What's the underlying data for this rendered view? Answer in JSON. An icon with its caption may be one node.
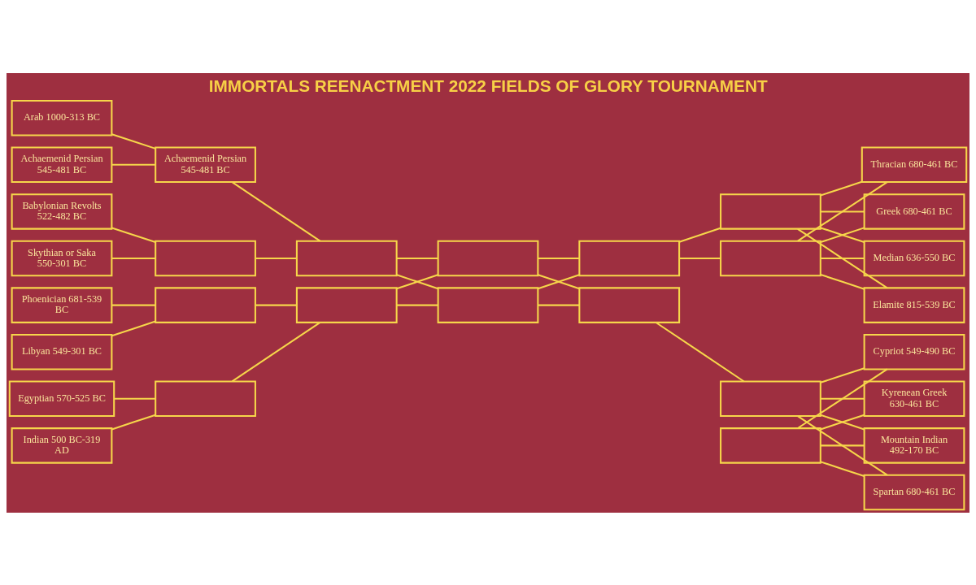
{
  "diagram": {
    "title": "IMMORTALS REENACTMENT 2022 FIELDS OF GLORY TOURNAMENT",
    "nodes": [
      {
        "text": [
          "Arab 1000-313 BC"
        ]
      },
      {
        "text": [
          "Achaemenid Persian 545-481 BC"
        ]
      },
      {
        "text": [
          "Babylonian Revolts 522-482 BC"
        ]
      },
      {
        "text": [
          "Skythian or Saka 550-301 BC"
        ]
      },
      {
        "text": [
          "Phoenician 681-539 BC"
        ]
      },
      {
        "text": [
          "Libyan 549-301 BC"
        ]
      },
      {
        "text": [
          "Egyptian 570-525 BC"
        ]
      },
      {
        "text": [
          "Indian 500 BC-319 AD"
        ]
      },
      {
        "text": [
          "Achaemenid Persian 545-481 BC"
        ]
      },
      {
        "text": [],
        "shape": "box"
      },
      {
        "text": [],
        "shape": "box"
      },
      {
        "text": [],
        "shape": "box"
      },
      {
        "text": [],
        "shape": "box"
      },
      {
        "text": [],
        "shape": "box"
      },
      {
        "text": [],
        "shape": "box"
      },
      {
        "text": [],
        "shape": "box"
      },
      {
        "text": [],
        "shape": "box"
      },
      {
        "text": [],
        "shape": "box"
      },
      {
        "text": [],
        "shape": "box"
      },
      {
        "text": [],
        "shape": "box"
      },
      {
        "text": [],
        "shape": "box"
      },
      {
        "text": [],
        "shape": "box"
      },
      {
        "text": [
          "Thracian 680-461 BC"
        ]
      },
      {
        "text": [
          "Greek 680-461 BC"
        ]
      },
      {
        "text": [
          "Median 636-550 BC"
        ]
      },
      {
        "text": [
          "Elamite 815-539 BC"
        ]
      },
      {
        "text": [
          "Cypriot 549-490 BC"
        ]
      },
      {
        "text": [
          "Kyrenean Greek 630-461 BC"
        ]
      },
      {
        "text": [
          "Mountain Indian 492-170 BC"
        ]
      },
      {
        "text": [
          "Spartan 680-461 BC"
        ]
      }
    ],
    "edges": [
      {
        "from": 0,
        "to": 8,
        "arrow": "none"
      },
      {
        "from": 1,
        "to": 8,
        "arrow": "none"
      },
      {
        "from": 2,
        "to": 9,
        "arrow": "none"
      },
      {
        "from": 3,
        "to": 9,
        "arrow": "none"
      },
      {
        "from": 4,
        "to": 10,
        "arrow": "none"
      },
      {
        "from": 5,
        "to": 10,
        "arrow": "none"
      },
      {
        "from": 6,
        "to": 11,
        "arrow": "none"
      },
      {
        "from": 7,
        "to": 11,
        "arrow": "none"
      },
      {
        "from": 8,
        "to": 12,
        "arrow": "none"
      },
      {
        "from": 9,
        "to": 12,
        "arrow": "none"
      },
      {
        "from": 10,
        "to": 13,
        "arrow": "none"
      },
      {
        "from": 11,
        "to": 13,
        "arrow": "none"
      },
      {
        "from": 12,
        "to": 14,
        "arrow": "none"
      },
      {
        "from": 12,
        "to": 15,
        "arrow": "none"
      },
      {
        "from": 13,
        "to": 14,
        "arrow": "none"
      },
      {
        "from": 13,
        "to": 15,
        "arrow": "none"
      },
      {
        "from": 14,
        "to": 16,
        "arrow": "none"
      },
      {
        "from": 14,
        "to": 17,
        "arrow": "none"
      },
      {
        "from": 15,
        "to": 16,
        "arrow": "none"
      },
      {
        "from": 15,
        "to": 17,
        "arrow": "none"
      },
      {
        "from": 16,
        "to": 18,
        "arrow": "none"
      },
      {
        "from": 16,
        "to": 19,
        "arrow": "none"
      },
      {
        "from": 17,
        "to": 20,
        "arrow": "none"
      },
      {
        "from": 18,
        "to": 22,
        "arrow": "none"
      },
      {
        "from": 18,
        "to": 23,
        "arrow": "none"
      },
      {
        "from": 19,
        "to": 22,
        "arrow": "none"
      },
      {
        "from": 19,
        "to": 23,
        "arrow": "none"
      },
      {
        "from": 18,
        "to": 24,
        "arrow": "none"
      },
      {
        "from": 18,
        "to": 25,
        "arrow": "none"
      },
      {
        "from": 19,
        "to": 24,
        "arrow": "none"
      },
      {
        "from": 19,
        "to": 25,
        "arrow": "none"
      },
      {
        "from": 20,
        "to": 26,
        "arrow": "none"
      },
      {
        "from": 20,
        "to": 27,
        "arrow": "none"
      },
      {
        "from": 21,
        "to": 26,
        "arrow": "none"
      },
      {
        "from": 21,
        "to": 27,
        "arrow": "none"
      },
      {
        "from": 20,
        "to": 28,
        "arrow": "none"
      },
      {
        "from": 20,
        "to": 29,
        "arrow": "none"
      },
      {
        "from": 21,
        "to": 28,
        "arrow": "none"
      },
      {
        "from": 21,
        "to": 29,
        "arrow": "none"
      }
    ]
  }
}
